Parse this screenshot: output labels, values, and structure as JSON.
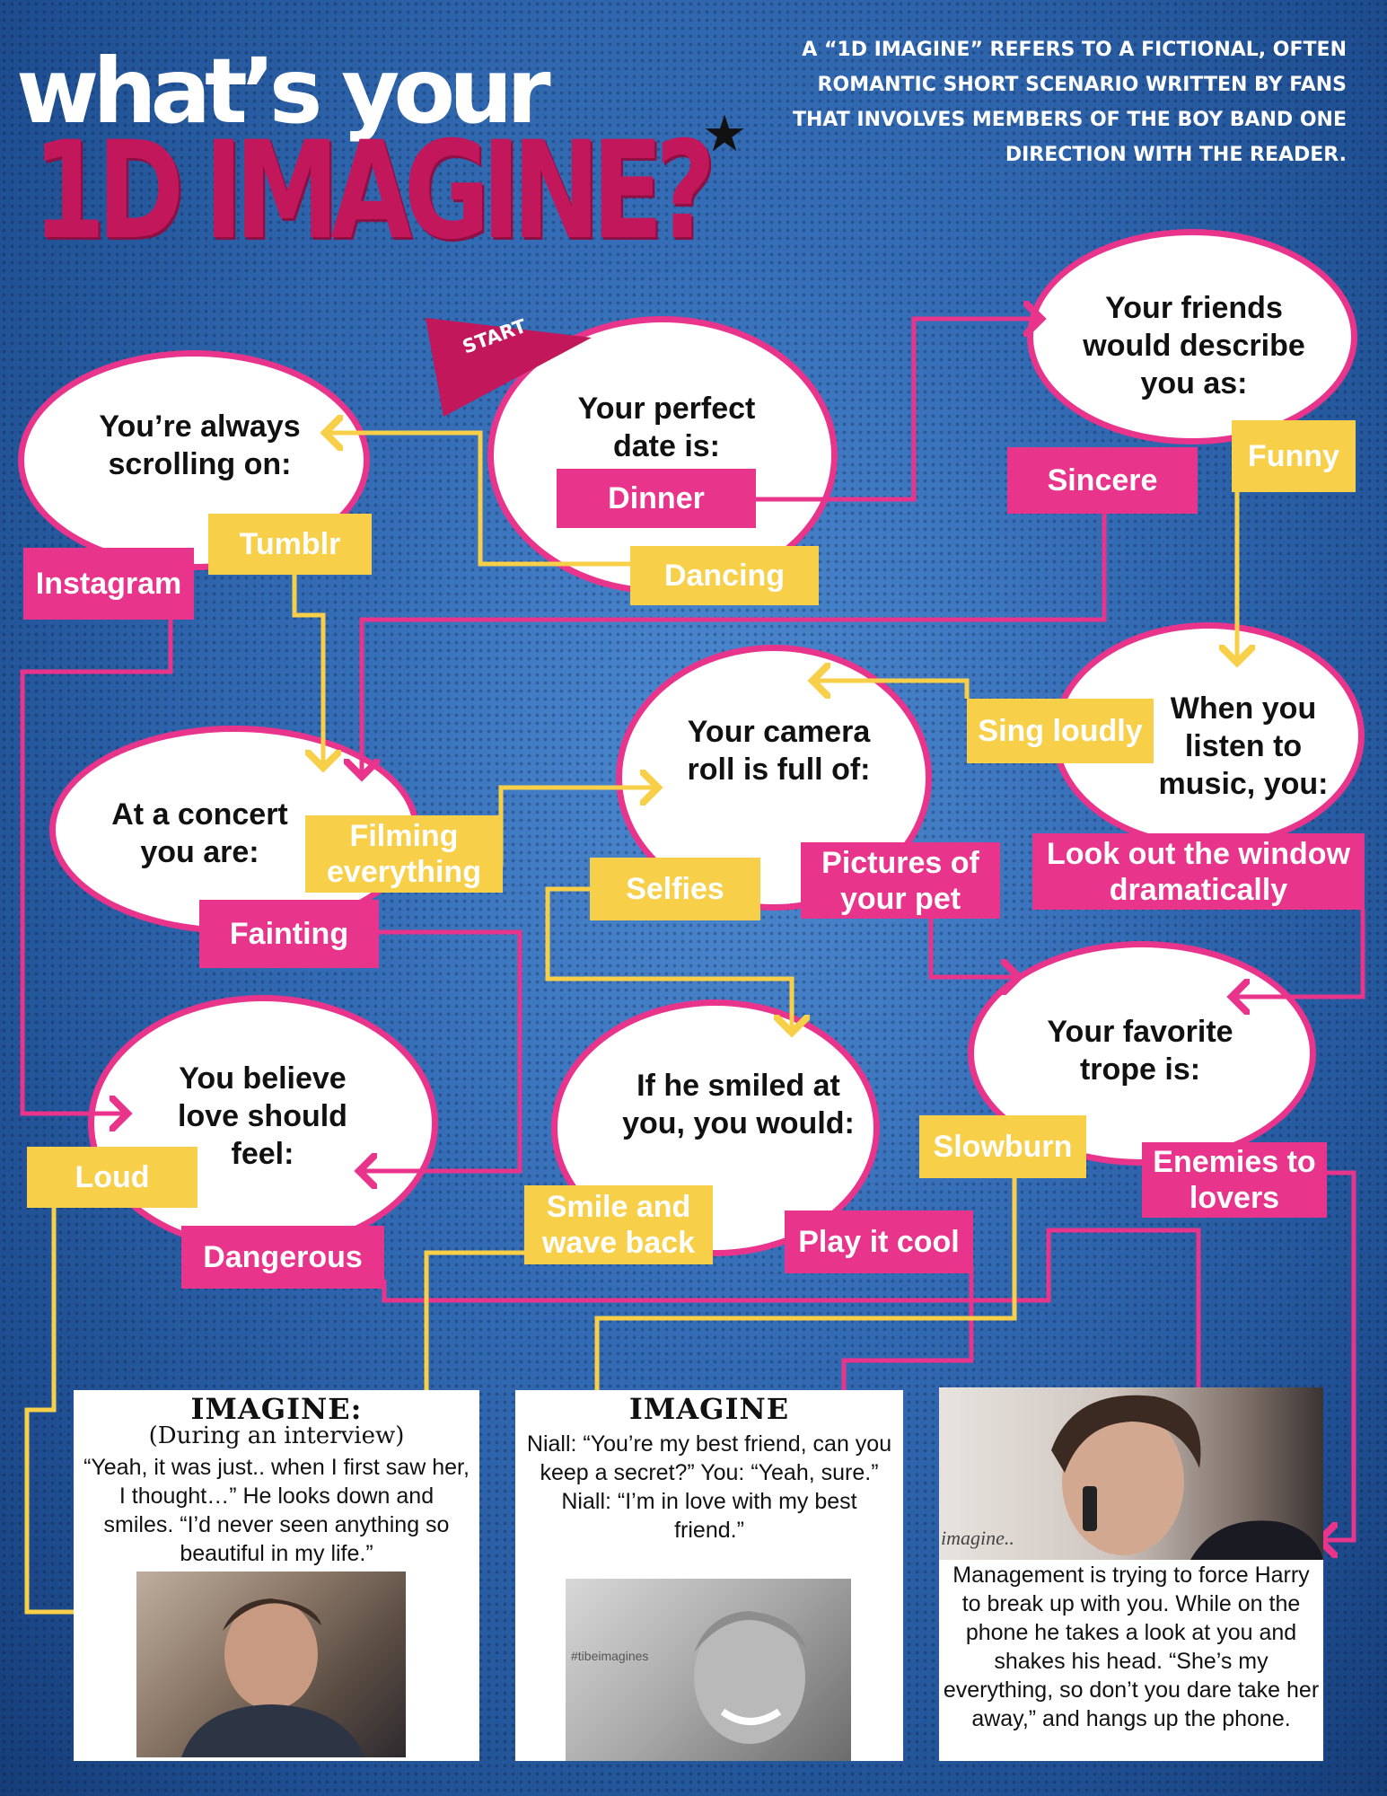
{
  "header": {
    "title_top": "what’s your",
    "title_main": "1D IMAGINE?",
    "intro": "A “1D IMAGINE” REFERS TO A FICTIONAL, OFTEN ROMANTIC SHORT SCENARIO WRITTEN BY FANS THAT INVOLVES MEMBERS OF THE BOY BAND ONE DIRECTION WITH THE READER."
  },
  "start": "START",
  "questions": {
    "date": "Your perfect date is:",
    "scrolling": "You’re always scrolling on:",
    "friends": "Your friends would describe you as:",
    "concert": "At a concert you are:",
    "camera": "Your camera roll is full of:",
    "music": "When you listen to music, you:",
    "love": "You believe love should feel:",
    "smiled": "If he smiled at you, you would:",
    "trope": "Your favorite trope is:"
  },
  "answers": {
    "dinner": "Dinner",
    "dancing": "Dancing",
    "tumblr": "Tumblr",
    "instagram": "Instagram",
    "sincere": "Sincere",
    "funny": "Funny",
    "filming": "Filming everything",
    "fainting": "Fainting",
    "selfies": "Selfies",
    "pet": "Pictures of your pet",
    "sing": "Sing loudly",
    "window": "Look out the window dramatically",
    "loud": "Loud",
    "dangerous": "Dangerous",
    "smile_wave": "Smile and wave back",
    "play_cool": "Play it cool",
    "slowburn": "Slowburn",
    "enemies": "Enemies to lovers"
  },
  "results": {
    "left": {
      "title": "IMAGINE:",
      "subtitle": "(During an interview)",
      "text": "“Yeah, it was just.. when I first saw her, I thought…” He looks down and smiles. “I’d never seen anything so beautiful in my life.”"
    },
    "middle": {
      "title": "IMAGINE",
      "text": "Niall: “You’re my best friend, can you keep a secret?” You: “Yeah, sure.” Niall: “I’m in love with my best friend.”",
      "photo_tag": "#tibeimagines"
    },
    "right": {
      "photo_tag": "imagine..",
      "text": "Management is trying to force Harry to break up with you. While on the phone he takes a look at you and shakes his head. “She’s my everything, so don’t you dare take her away,” and hangs up the phone."
    }
  },
  "colors": {
    "pink": "#e8358b",
    "yellow": "#f8cf48",
    "title_pink": "#c2185b",
    "background_blue": "#2f66ad"
  }
}
